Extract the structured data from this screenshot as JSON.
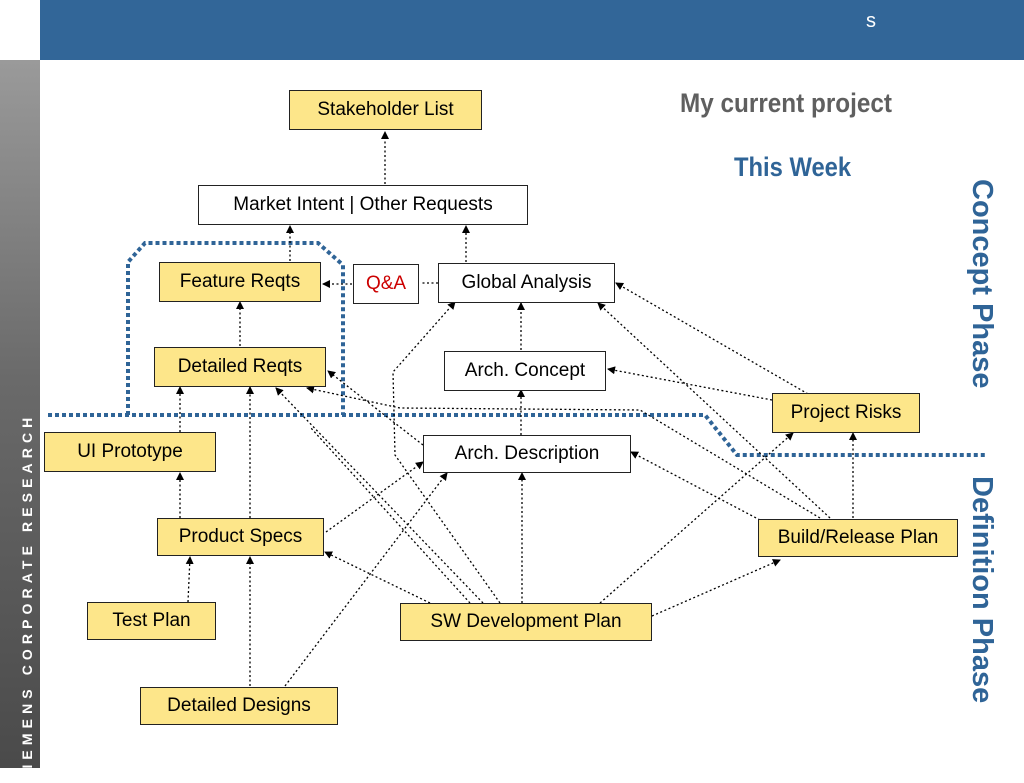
{
  "header": {
    "corner_letter": "s"
  },
  "sidebar": {
    "brand_text": "SIEMENS CORPORATE RESEARCH"
  },
  "titles": {
    "project": "My current project",
    "week": "This Week"
  },
  "phases": {
    "concept": "Concept Phase",
    "definition": "Definition Phase"
  },
  "nodes": {
    "stakeholder_list": "Stakeholder List",
    "market_intent": "Market Intent | Other Requests",
    "feature_reqts": "Feature Reqts",
    "qa": "Q&A",
    "global_analysis": "Global Analysis",
    "detailed_reqts": "Detailed Reqts",
    "arch_concept": "Arch. Concept",
    "project_risks": "Project Risks",
    "ui_prototype": "UI Prototype",
    "arch_description": "Arch. Description",
    "product_specs": "Product Specs",
    "build_release_plan": "Build/Release Plan",
    "test_plan": "Test Plan",
    "sw_development_plan": "SW Development Plan",
    "detailed_designs": "Detailed Designs"
  },
  "colors": {
    "header_blue": "#326698",
    "highlight_yellow": "#fde68a",
    "phase_blue": "#2f6497",
    "title_gray": "#5f5f5f",
    "qa_red": "#cc0000"
  }
}
